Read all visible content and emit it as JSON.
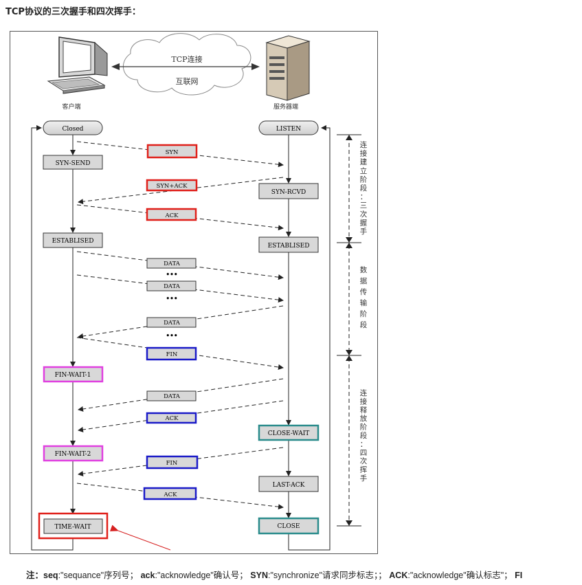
{
  "heading": "TCP协议的三次握手和四次挥手：",
  "diagram": {
    "cloud_top": "TCP连接",
    "cloud_bottom": "互联网",
    "client_label": "客户端",
    "server_label": "服务器端",
    "client_states": {
      "closed": "Closed",
      "syn_send": "SYN-SEND",
      "established": "ESTABLISED",
      "fin_wait_1": "FIN-WAIT-1",
      "fin_wait_2": "FIN-WAIT-2",
      "time_wait": "TIME-WAIT"
    },
    "server_states": {
      "listen": "LISTEN",
      "syn_rcvd": "SYN-RCVD",
      "established": "ESTABLISED",
      "close_wait": "CLOSE-WAIT",
      "last_ack": "LAST-ACK",
      "close": "CLOSE"
    },
    "messages": {
      "syn": "SYN",
      "syn_ack": "SYN+ACK",
      "ack1": "ACK",
      "data1": "DATA",
      "data2": "DATA",
      "data3": "DATA",
      "ellipsis": "•••",
      "fin1": "FIN",
      "data4": "DATA",
      "ack2": "ACK",
      "fin2": "FIN",
      "ack3": "ACK"
    },
    "phases": {
      "establish": [
        "连",
        "接",
        "建",
        "立",
        "阶",
        "段",
        "：",
        "三",
        "次",
        "握",
        "手"
      ],
      "transfer": [
        "数",
        "据",
        "传",
        "输",
        "阶",
        "段"
      ],
      "release": [
        "连",
        "接",
        "释",
        "放",
        "阶",
        "段",
        "：",
        "四",
        "次",
        "挥",
        "手"
      ]
    },
    "colors": {
      "red": "#e0201a",
      "blue": "#1a1ac8",
      "magenta": "#e040e0",
      "teal": "#2a8c8c",
      "box_fill": "#d8d8d8",
      "arrow_red": "#d62020"
    }
  },
  "footnote": {
    "prefix": "注：",
    "seq_key": "seq",
    "seq_desc": ":\"sequance\"序列号；",
    "ack_key": "ack",
    "ack_desc": ":\"acknowledge\"确认号；",
    "syn_key": "SYN",
    "syn_desc": ":\"synchronize\"请求同步标志；；",
    "ackf_key": "ACK",
    "ackf_desc": ":\"acknowledge\"确认标志\"；",
    "fin_key": "FI"
  }
}
